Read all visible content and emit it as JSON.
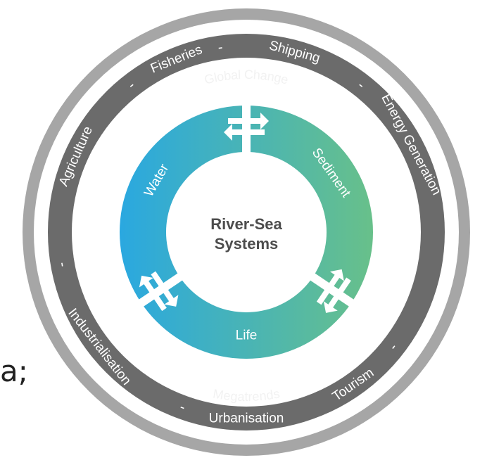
{
  "center": {
    "line1": "River-Sea",
    "line2": "Systems"
  },
  "inner_ring": {
    "water": "Water",
    "sediment": "Sediment",
    "life": "Life"
  },
  "middle_ring": {
    "items": [
      "Shipping",
      "Energy Generation",
      "Tourism",
      "Urbanisation",
      "Industrialisation",
      "Agriculture",
      "Fisheries"
    ],
    "separator": "-"
  },
  "outer_ring": {
    "top": "Global Change",
    "bottom": "Megatrends"
  },
  "left_fragment": "a;",
  "colors": {
    "outer_ring": "#a6a6a6",
    "middle_ring": "#6b6b6b",
    "inner_gradient_left": "#2aa8e0",
    "inner_gradient_right": "#68c08a",
    "center_text": "#4d4d4d"
  },
  "icons": [
    "exchange-arrows-icon"
  ]
}
